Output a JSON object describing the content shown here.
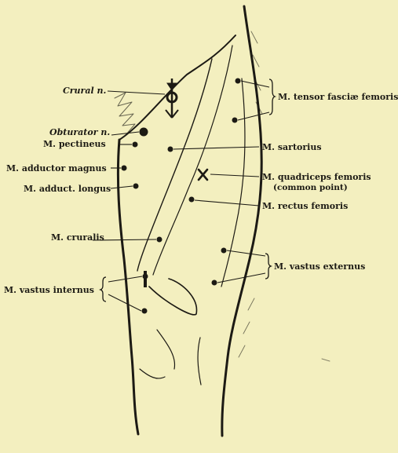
{
  "labels": {
    "crural_n": "Crural n.",
    "obturator_n": "Obturator n.",
    "pectineus": "M. pectineus",
    "adductor_magnus": "M. adductor magnus",
    "adductor_longus": "M. adduct. longus",
    "cruralis": "M. cruralis",
    "vastus_internus": "M. vastus internus",
    "tensor": "M. tensor fasciæ femoris",
    "sartorius": "M. sartorius",
    "quadriceps": "M. quadriceps femoris",
    "quadriceps_sub": "(common point)",
    "rectus": "M. rectus femoris",
    "vastus_externus": "M. vastus externus"
  },
  "colors": {
    "paper": "#f3efbf",
    "ink": "#1c1a14"
  }
}
